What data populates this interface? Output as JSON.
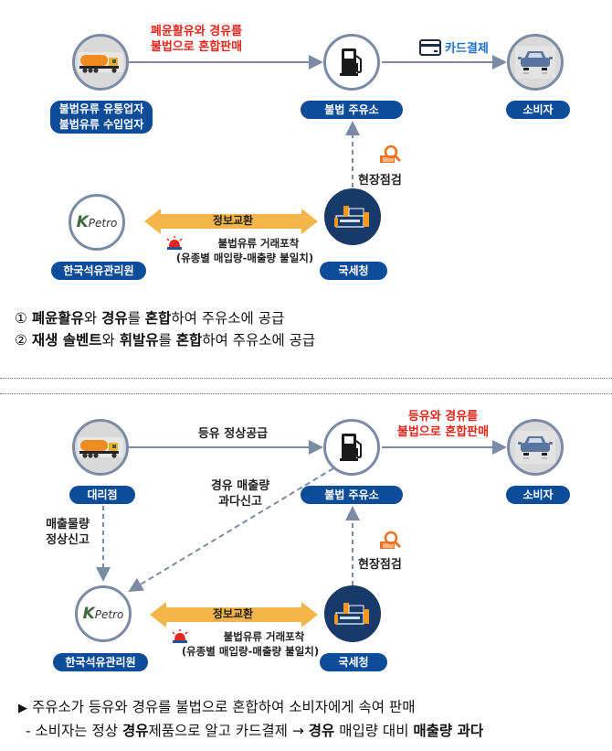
{
  "diagram1": {
    "nodes": {
      "distributor": {
        "label_line1": "불법유류 유통업자",
        "label_line2": "불법유류 수입업자",
        "icon": "tanker-truck-icon"
      },
      "station": {
        "label": "불법 주유소",
        "icon": "fuel-pump-icon"
      },
      "consumer": {
        "label": "소비자",
        "icon": "car-icon"
      },
      "kpetro": {
        "label": "한국석유관리원",
        "logo_k": "K",
        "logo_text": "Petro"
      },
      "nts": {
        "label": "국세청",
        "icon": "building-icon"
      }
    },
    "edges": {
      "distributor_to_station": {
        "line1": "폐윤활유와 경유를",
        "line2": "불법으로 혼합판매"
      },
      "station_to_consumer": {
        "label": "카드결제",
        "icon": "credit-card-icon"
      },
      "nts_to_station": {
        "label": "현장점검",
        "icon": "tax-inspection-icon"
      },
      "exchange": {
        "label": "정보교환"
      },
      "detection": {
        "line1": "불법유류 거래포착",
        "line2": "(유종별 매입량-매출량 불일치)",
        "icon": "siren-icon"
      }
    }
  },
  "notes1": [
    {
      "num": "①",
      "parts": [
        {
          "t": "폐윤활유",
          "b": true
        },
        {
          "t": "와 ",
          "b": false
        },
        {
          "t": "경유",
          "b": true
        },
        {
          "t": "를 ",
          "b": false
        },
        {
          "t": "혼합",
          "b": true
        },
        {
          "t": "하여 주유소에 공급",
          "b": false
        }
      ]
    },
    {
      "num": "②",
      "parts": [
        {
          "t": "재생 솔벤트",
          "b": true
        },
        {
          "t": "와 ",
          "b": false
        },
        {
          "t": "휘발유",
          "b": true
        },
        {
          "t": "를 ",
          "b": false
        },
        {
          "t": "혼합",
          "b": true
        },
        {
          "t": "하여 주유소에 공급",
          "b": false
        }
      ]
    }
  ],
  "diagram2": {
    "nodes": {
      "dealer": {
        "label": "대리점",
        "icon": "tanker-truck-icon"
      },
      "station": {
        "label": "불법 주유소",
        "icon": "fuel-pump-icon"
      },
      "consumer": {
        "label": "소비자",
        "icon": "car-icon"
      },
      "kpetro": {
        "label": "한국석유관리원",
        "logo_k": "K",
        "logo_text": "Petro"
      },
      "nts": {
        "label": "국세청",
        "icon": "building-icon"
      }
    },
    "edges": {
      "dealer_to_station": {
        "label": "등유 정상공급"
      },
      "station_to_consumer": {
        "line1": "등유와 경유를",
        "line2": "불법으로 혼합판매"
      },
      "station_to_kpetro": {
        "line1": "경유 매출량",
        "line2": "과다신고"
      },
      "dealer_to_kpetro": {
        "line1": "매출물량",
        "line2": "정상신고"
      },
      "nts_to_station": {
        "label": "현장점검",
        "icon": "tax-inspection-icon"
      },
      "exchange": {
        "label": "정보교환"
      },
      "detection": {
        "line1": "불법유류 거래포착",
        "line2": "(유종별 매입량-매출량 불일치)",
        "icon": "siren-icon"
      }
    }
  },
  "notes2": {
    "bullet": "▶",
    "line1": "주유소가 등유와 경유를 불법으로 혼합하여 소비자에게 속여 판매",
    "line2_parts": [
      {
        "t": "- 소비자는 정상 ",
        "b": false
      },
      {
        "t": "경유",
        "b": true
      },
      {
        "t": "제품으로 알고 카드결제 → ",
        "b": false
      },
      {
        "t": "경유",
        "b": true
      },
      {
        "t": " 매입량 대비 ",
        "b": false
      },
      {
        "t": "매출량 과다",
        "b": true
      }
    ]
  },
  "colors": {
    "pill_blue": "#0d4c99",
    "alert_red": "#e8251d",
    "card_blue": "#1a6fd1",
    "exchange_orange": "#f6b54a",
    "nts_navy": "#173a68",
    "connector_gray": "#7b8ba6"
  }
}
